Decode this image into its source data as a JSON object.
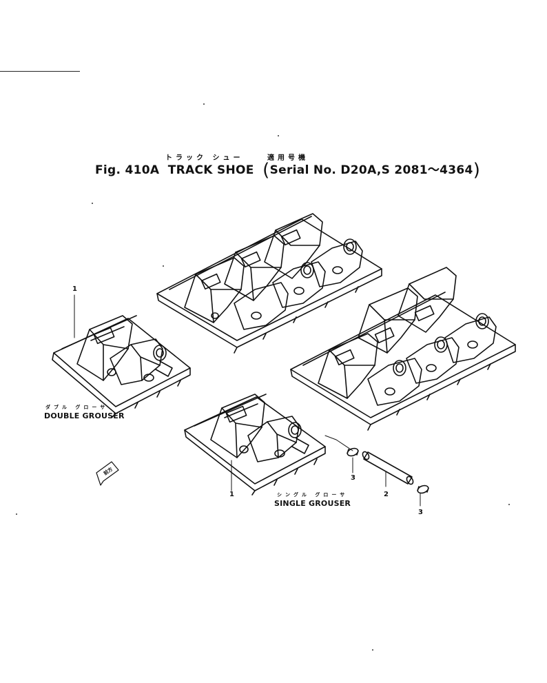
{
  "title": {
    "jp_name": "トラック シュー",
    "jp_serial": "適用号機",
    "fig": "Fig. 410A",
    "name": "TRACK SHOE",
    "serial": "Serial No. D20A,S 2081～4364"
  },
  "labels": {
    "double_jp": "ダブル グローサ",
    "double": "DOUBLE GROUSER",
    "single_jp": "シングル グローサ",
    "single": "SINGLE GROUSER",
    "front_jp": "前方"
  },
  "callouts": {
    "shoe_double": "1",
    "shoe_single": "1",
    "pin": "2",
    "bushing_left": "3",
    "bushing_right": "3"
  }
}
